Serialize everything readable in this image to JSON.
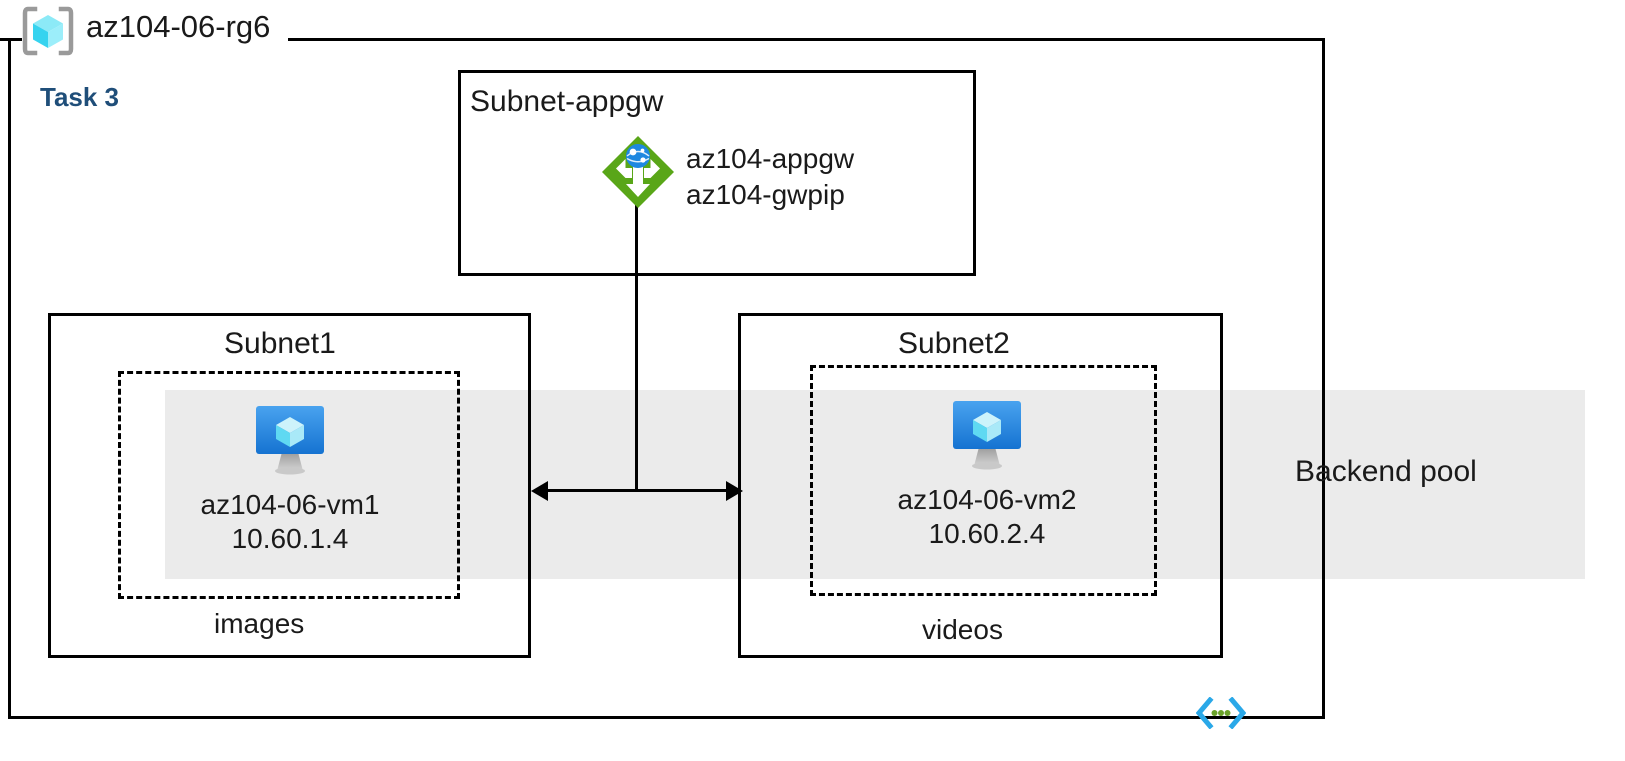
{
  "diagram": {
    "resource_group": {
      "name": "az104-06-rg6",
      "icon": "resource-group-cube-icon"
    },
    "task_label": "Task 3",
    "backend_pool": {
      "label": "Backend pool",
      "band_color": "#ebebeb"
    },
    "subnets": [
      {
        "id": "subnet-appgw",
        "title": "Subnet-appgw",
        "resources": [
          {
            "icon": "application-gateway-icon",
            "lines": [
              "az104-appgw",
              "az104-gwpip"
            ]
          }
        ]
      },
      {
        "id": "subnet1",
        "title": "Subnet1",
        "vm": {
          "icon": "virtual-machine-icon",
          "name": "az104-06-vm1",
          "ip": "10.60.1.4"
        },
        "caption": "images"
      },
      {
        "id": "subnet2",
        "title": "Subnet2",
        "vm": {
          "icon": "virtual-machine-icon",
          "name": "az104-06-vm2",
          "ip": "10.60.2.4"
        },
        "caption": "videos"
      }
    ],
    "connectors": {
      "gateway_to_backends": "bidirectional"
    },
    "footer_icon": "code-brackets-icon",
    "colors": {
      "task_accent": "#1f4e79",
      "gateway_green": "#59a618",
      "vm_blue": "#3c91e6",
      "cube_cyan": "#5fe1f5",
      "band_gray": "#ebebeb",
      "line_black": "#000000",
      "code_icon_cyan": "#2aa8e8",
      "code_icon_green": "#6ba32a"
    }
  }
}
